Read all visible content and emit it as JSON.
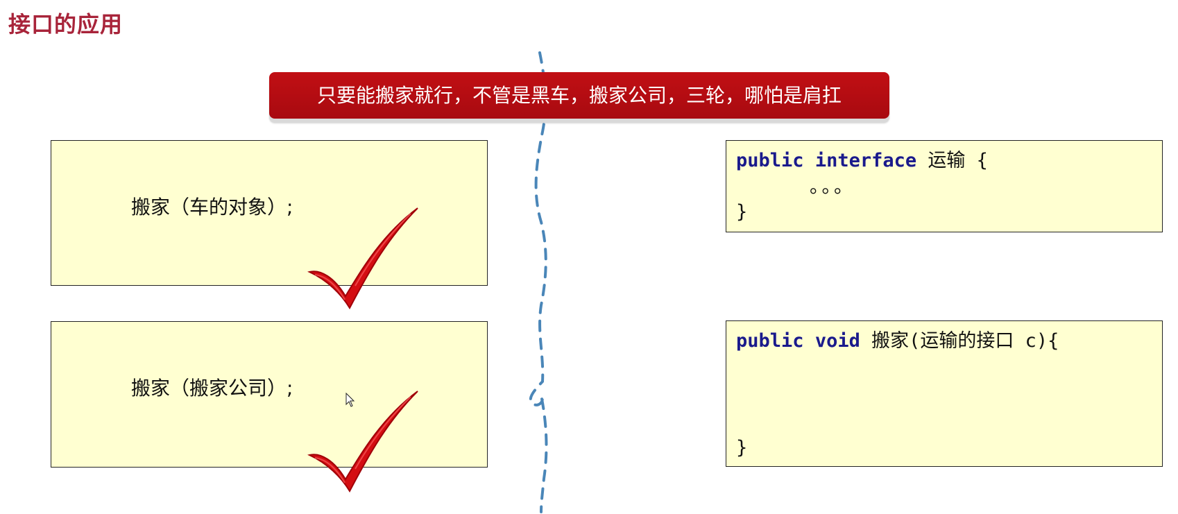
{
  "title": "接口的应用",
  "banner": "只要能搬家就行，不管是黑车，搬家公司，三轮，哪怕是肩扛",
  "left_boxes": [
    {
      "text": "搬家（车的对象）;"
    },
    {
      "text": "搬家（搬家公司）;"
    }
  ],
  "right_box_1": {
    "kw1": "public",
    "kw2": "interface",
    "name": "运输",
    "open_brace": "{",
    "ellipsis": "。。。",
    "close_brace": "}"
  },
  "right_box_2": {
    "kw1": "public",
    "kw2": "void",
    "signature": "搬家(运输的接口 c){",
    "close_brace": "}"
  },
  "colors": {
    "title": "#a8243a",
    "banner": "#b50c12",
    "box_fill": "#ffffd1",
    "keyword": "#1a1a8c",
    "divider": "#4a86b8",
    "check": "#d40d12"
  }
}
